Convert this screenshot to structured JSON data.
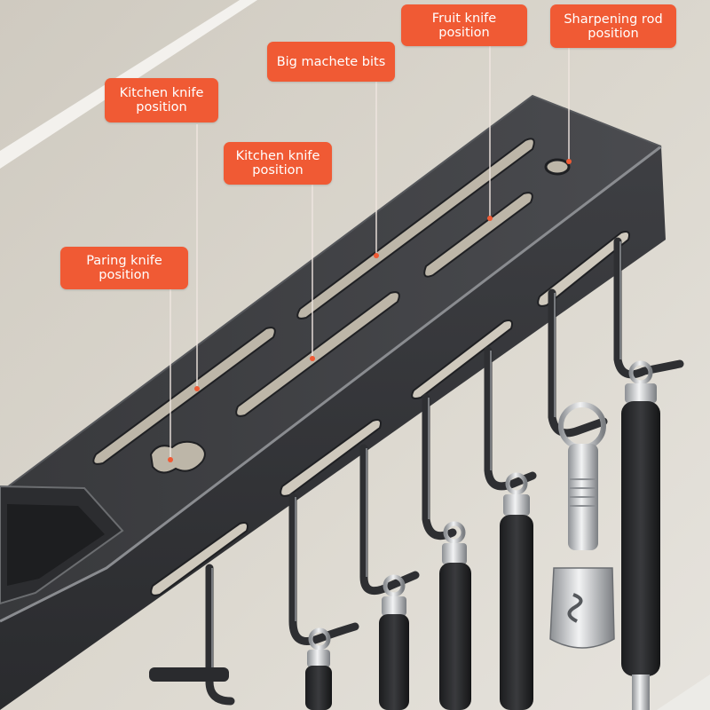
{
  "colors": {
    "wall": "#d9d5cc",
    "rack": "#3b3c3f",
    "rack_edge": "#6b6d70",
    "hook": "#2e2f32",
    "label_bg": "#f05a34",
    "label_text": "#ffffff",
    "leader_line": "#f0e6e0"
  },
  "labels": {
    "paring_knife": [
      "Paring knife",
      "position"
    ],
    "kitchen_knife_left": [
      "Kitchen knife",
      "position"
    ],
    "kitchen_knife_middle": [
      "Kitchen knife",
      "position"
    ],
    "big_machete_bits": [
      "Big machete bits"
    ],
    "fruit_knife": [
      "Fruit knife",
      "position"
    ],
    "sharpening_rod": [
      "Sharpening rod",
      "position"
    ]
  }
}
